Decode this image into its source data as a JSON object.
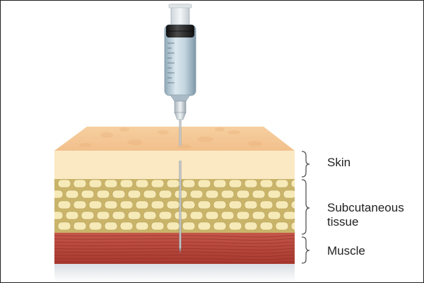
{
  "layers": {
    "skin": "Skin",
    "subcutaneous_line1": "Subcutaneous",
    "subcutaneous_line2": "tissue",
    "muscle": "Muscle"
  },
  "colors": {
    "skin_top": "#f4c896",
    "skin_front": "#fbe9c4",
    "fat_background": "#c9b46a",
    "fat_cell": "#f6eab8",
    "muscle": "#b6443c",
    "syringe_barrel": "#b9cdd8",
    "syringe_plunger": "#2a2a2a",
    "needle": "#c8ccd0",
    "bracket": "#555555"
  },
  "icons": [
    "syringe-icon",
    "needle-icon"
  ]
}
